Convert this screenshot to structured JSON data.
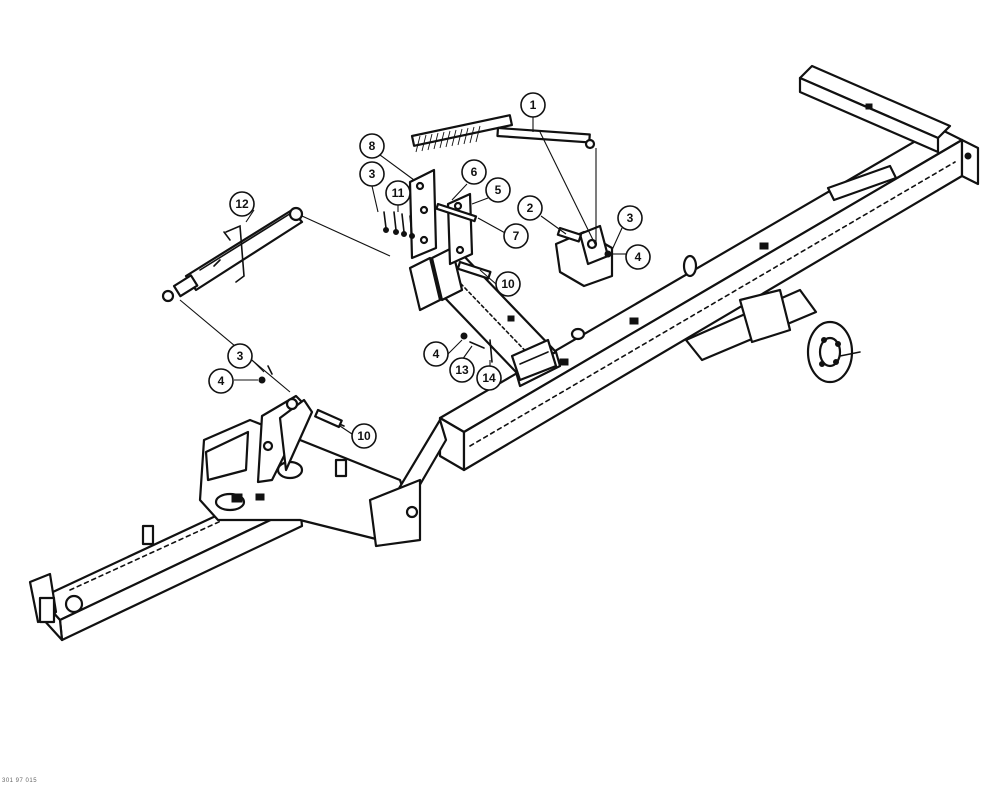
{
  "callouts": [
    {
      "id": "c1",
      "label": "1"
    },
    {
      "id": "c2",
      "label": "2"
    },
    {
      "id": "c3a",
      "label": "3"
    },
    {
      "id": "c3b",
      "label": "3"
    },
    {
      "id": "c3c",
      "label": "3"
    },
    {
      "id": "c4a",
      "label": "4"
    },
    {
      "id": "c4b",
      "label": "4"
    },
    {
      "id": "c4c",
      "label": "4"
    },
    {
      "id": "c5",
      "label": "5"
    },
    {
      "id": "c6",
      "label": "6"
    },
    {
      "id": "c7",
      "label": "7"
    },
    {
      "id": "c8",
      "label": "8"
    },
    {
      "id": "c10a",
      "label": "10"
    },
    {
      "id": "c10b",
      "label": "10"
    },
    {
      "id": "c11",
      "label": "11"
    },
    {
      "id": "c12",
      "label": "12"
    },
    {
      "id": "c13",
      "label": "13"
    },
    {
      "id": "c14",
      "label": "14"
    }
  ],
  "footer": {
    "code": "301 97 015"
  }
}
